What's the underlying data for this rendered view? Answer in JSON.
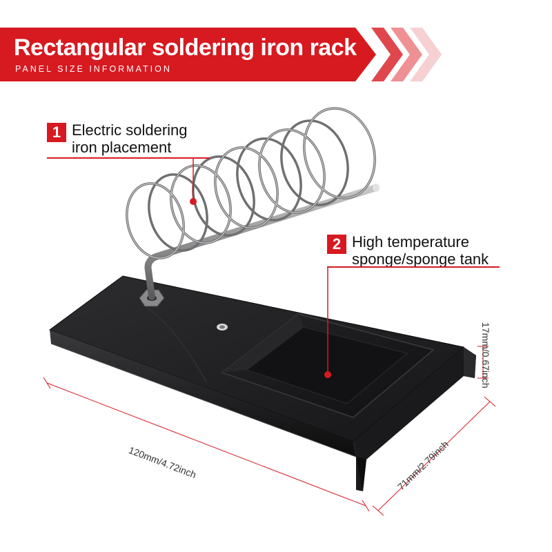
{
  "header": {
    "title": "Rectangular soldering iron rack",
    "subtitle": "PANEL SIZE INFORMATION"
  },
  "callouts": [
    {
      "number": "1",
      "text": "Electric soldering\niron placement"
    },
    {
      "number": "2",
      "text": "High temperature\nsponge/sponge tank"
    }
  ],
  "dimensions": {
    "length": "120mm/4.72inch",
    "width": "71mm/2.79inch",
    "height": "17mm/0.67inch"
  },
  "colors": {
    "accent": "#d71920",
    "base": "#1f1f21",
    "coil": "#6e6e70"
  }
}
